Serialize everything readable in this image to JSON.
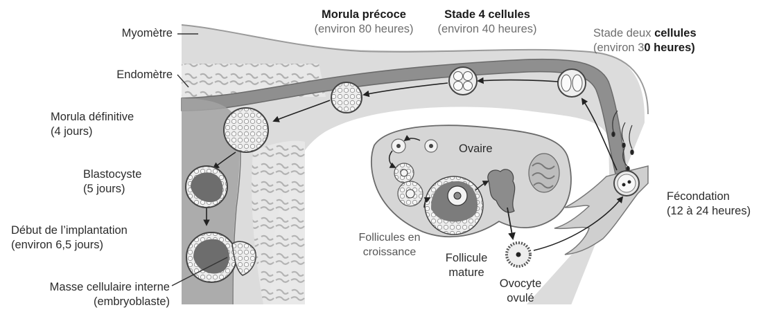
{
  "labels": {
    "myometre": "Myomètre",
    "endometre": "Endomètre",
    "morula_definitive": {
      "title": "Morula définitive",
      "time": "(4 jours)"
    },
    "blastocyste": {
      "title": "Blastocyste",
      "time": "(5 jours)"
    },
    "implantation": {
      "title": "Début de l’implantation",
      "time": "(environ 6,5 jours)"
    },
    "masse": {
      "title": "Masse cellulaire interne",
      "sub": "(embryoblaste)"
    },
    "morula_precoce": {
      "title": "Morula précoce",
      "time": "(environ 80 heures)"
    },
    "stade4": {
      "title": "Stade 4 cellules",
      "time": "(environ 40 heures)"
    },
    "stade2": {
      "title_a": "Stade deux ",
      "title_b": "cellules",
      "time_a": "(environ 3",
      "time_b": "0 ",
      "time_c": "heures)"
    },
    "fecondation": {
      "title": "Fécondation",
      "time": "(12 à 24 heures)"
    },
    "ovaire": "Ovaire",
    "follicules": {
      "l1": "Follicules en",
      "l2": "croissance"
    },
    "follicule_mature": {
      "l1": "Follicule",
      "l2": "mature"
    },
    "ovocyte": {
      "l1": "Ovocyte",
      "l2": "ovulé"
    }
  },
  "colors": {
    "uterus_wall": "#dcdcdc",
    "lumen": "#8f8f8f",
    "outline": "#555555",
    "ovary": "#d6d6d6"
  }
}
